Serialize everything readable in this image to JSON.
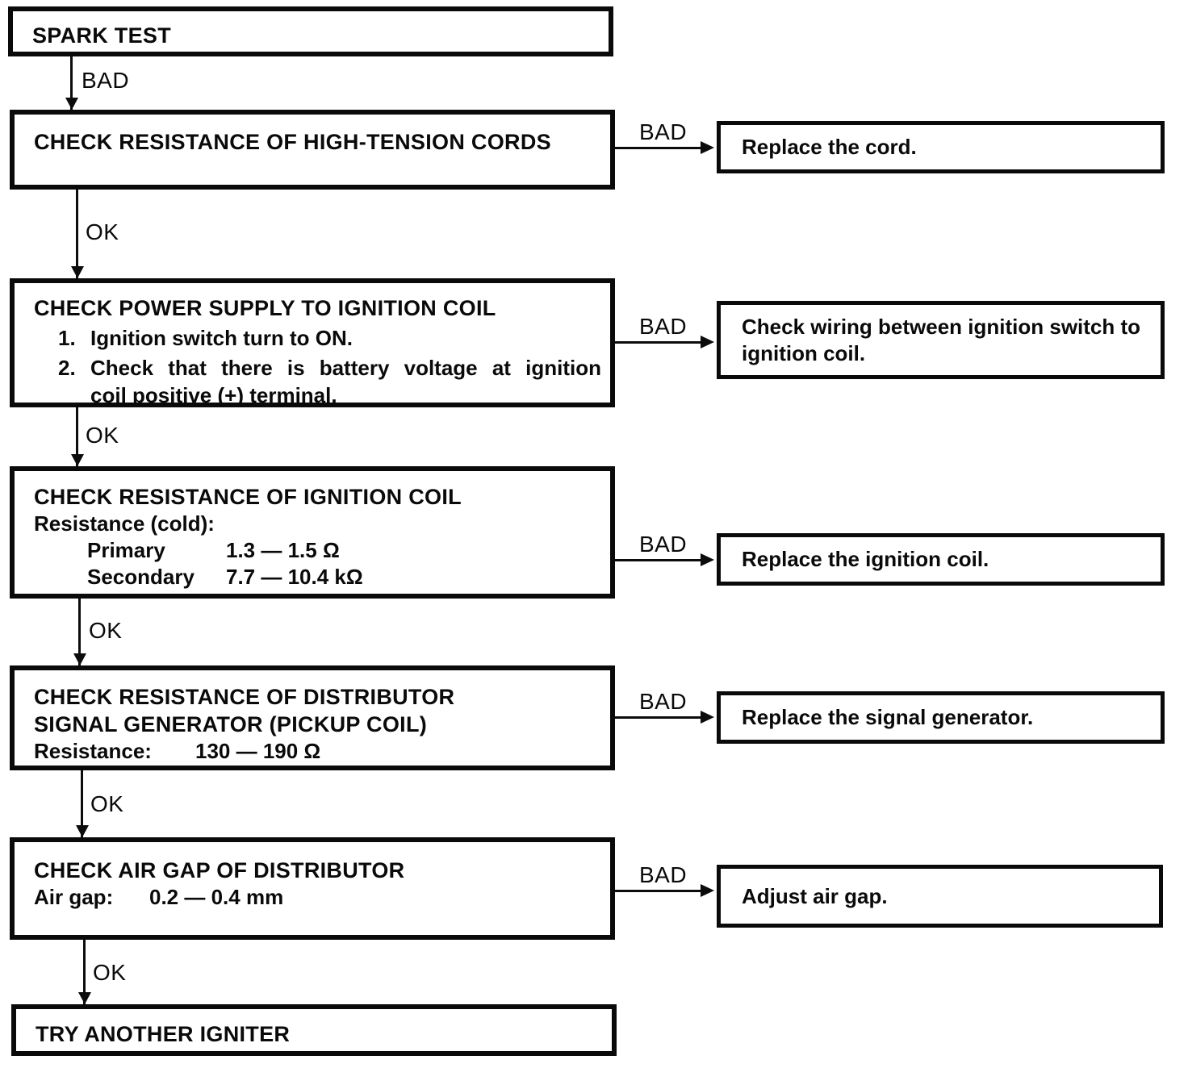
{
  "flow": {
    "labels": {
      "bad": "BAD",
      "ok": "OK"
    },
    "nodes": [
      {
        "title": "SPARK TEST"
      },
      {
        "title": "CHECK RESISTANCE OF HIGH-TENSION CORDS"
      },
      {
        "title": "CHECK POWER SUPPLY TO IGNITION COIL",
        "items": [
          {
            "num": "1.",
            "text": "Ignition switch turn to ON."
          },
          {
            "num": "2.",
            "line1": "Check that there is battery voltage at ignition",
            "line2": "coil positive (+) terminal."
          }
        ]
      },
      {
        "title": "CHECK RESISTANCE OF IGNITION COIL",
        "sub": "Resistance (cold):",
        "specs": [
          {
            "name": "Primary",
            "value": "1.3 — 1.5 Ω"
          },
          {
            "name": "Secondary",
            "value": "7.7 — 10.4 kΩ"
          }
        ]
      },
      {
        "title_line1": "CHECK RESISTANCE OF DISTRIBUTOR",
        "title_line2": "SIGNAL GENERATOR (PICKUP COIL)",
        "spec_name": "Resistance:",
        "spec_value": "130 — 190 Ω"
      },
      {
        "title": "CHECK AIR GAP OF DISTRIBUTOR",
        "spec_name": "Air gap:",
        "spec_value": "0.2 — 0.4 mm"
      },
      {
        "title": "TRY ANOTHER IGNITER"
      }
    ],
    "actions": [
      {
        "text": "Replace the cord."
      },
      {
        "line1": "Check wiring between ignition switch to",
        "line2": "ignition coil."
      },
      {
        "text": "Replace the ignition coil."
      },
      {
        "text": "Replace the signal generator."
      },
      {
        "text": "Adjust air gap."
      }
    ]
  }
}
